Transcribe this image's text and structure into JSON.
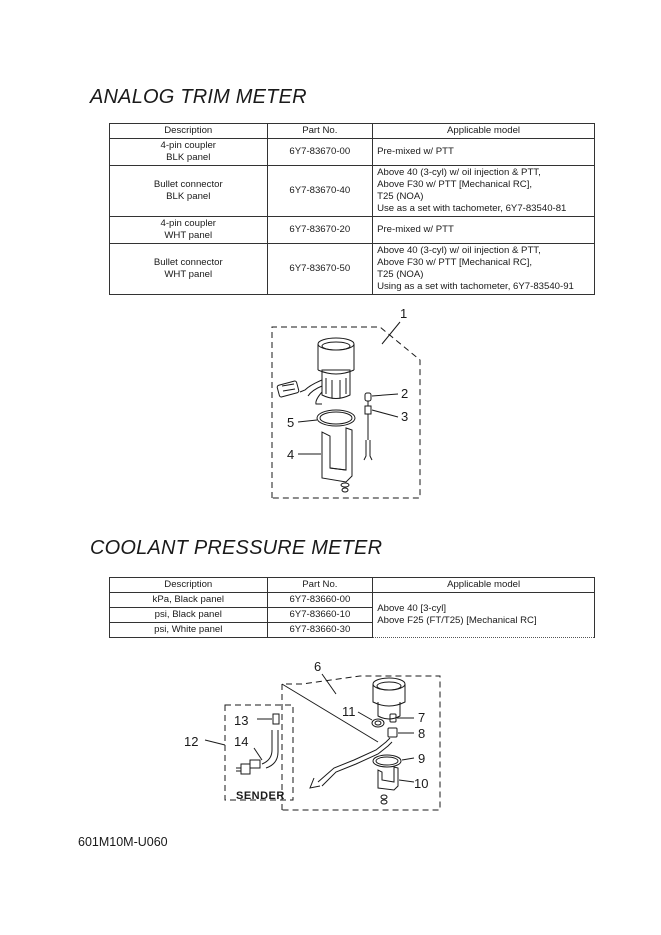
{
  "sections": [
    {
      "title": "ANALOG TRIM METER",
      "headers": [
        "Description",
        "Part No.",
        "Applicable model"
      ],
      "rows": [
        {
          "description": [
            "4-pin coupler",
            "BLK panel"
          ],
          "part_no": "6Y7-83670-00",
          "model": [
            "Pre-mixed w/ PTT"
          ]
        },
        {
          "description": [
            "Bullet connector",
            "BLK panel"
          ],
          "part_no": "6Y7-83670-40",
          "model": [
            "Above 40 (3-cyl) w/ oil injection & PTT,",
            "Above F30 w/ PTT [Mechanical RC],",
            "T25 (NOA)",
            "Use as a set with tachometer, 6Y7-83540-81"
          ]
        },
        {
          "description": [
            "4-pin coupler",
            "WHT panel"
          ],
          "part_no": "6Y7-83670-20",
          "model": [
            "Pre-mixed w/ PTT"
          ]
        },
        {
          "description": [
            "Bullet connector",
            "WHT panel"
          ],
          "part_no": "6Y7-83670-50",
          "model": [
            "Above 40 (3-cyl) w/ oil injection & PTT,",
            "Above F30 w/ PTT [Mechanical RC],",
            "T25 (NOA)",
            "Using as a set with tachometer, 6Y7-83540-91"
          ]
        }
      ],
      "callouts": [
        "1",
        "2",
        "3",
        "4",
        "5"
      ]
    },
    {
      "title": "COOLANT PRESSURE METER",
      "headers": [
        "Description",
        "Part No.",
        "Applicable model"
      ],
      "rows": [
        {
          "description": "kPa, Black panel",
          "part_no": "6Y7-83660-00"
        },
        {
          "description": "psi, Black panel",
          "part_no": "6Y7-83660-10"
        },
        {
          "description": "psi, White panel",
          "part_no": "6Y7-83660-30"
        }
      ],
      "model": [
        "Above 40 [3-cyl]",
        "Above F25 (FT/T25) [Mechanical RC]"
      ],
      "callouts": [
        "6",
        "7",
        "8",
        "9",
        "10",
        "11",
        "12",
        "13",
        "14"
      ],
      "sender_label": "SENDER"
    }
  ],
  "doc_code": "601M10M-U060"
}
